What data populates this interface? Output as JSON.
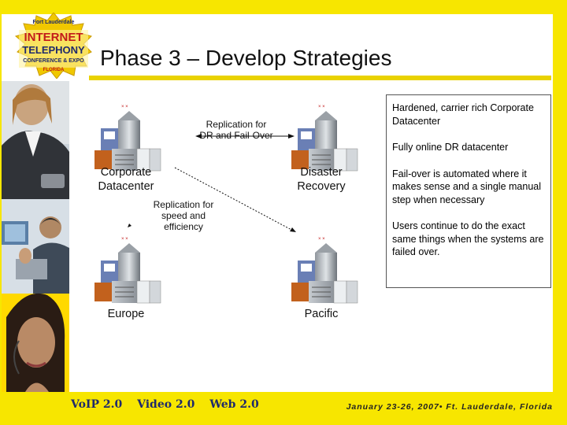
{
  "header": {
    "logo": {
      "top_text": "Fort Lauderdale",
      "line1": "INTERNET",
      "line2": "TELEPHONY",
      "line3": "CONFERENCE & EXPO",
      "line4": "FLORIDA"
    },
    "title": "Phase 3 – Develop Strategies"
  },
  "diagram": {
    "nodes": [
      {
        "line1": "Corporate",
        "line2": "Datacenter"
      },
      {
        "line1": "Disaster",
        "line2": "Recovery"
      },
      {
        "line1": "Europe",
        "line2": ""
      },
      {
        "line1": "Pacific",
        "line2": ""
      }
    ],
    "notes": {
      "replication_dr_1": "Replication for",
      "replication_dr_2": "DR and Fail-Over",
      "replication_speed_1": "Replication for",
      "replication_speed_2": "speed and",
      "replication_speed_3": "efficiency"
    }
  },
  "textbox": {
    "items": [
      "Hardened, carrier rich Corporate Datacenter",
      "Fully online DR datacenter",
      "Fail-over is automated where it makes sense and a single manual step when necessary",
      "Users continue to do the exact same things when the systems are failed over."
    ]
  },
  "footer": {
    "tags": [
      "VoIP 2.0",
      "Video 2.0",
      "Web 2.0"
    ],
    "dates": "January 23-26, 2007• Ft. Lauderdale, Florida"
  }
}
